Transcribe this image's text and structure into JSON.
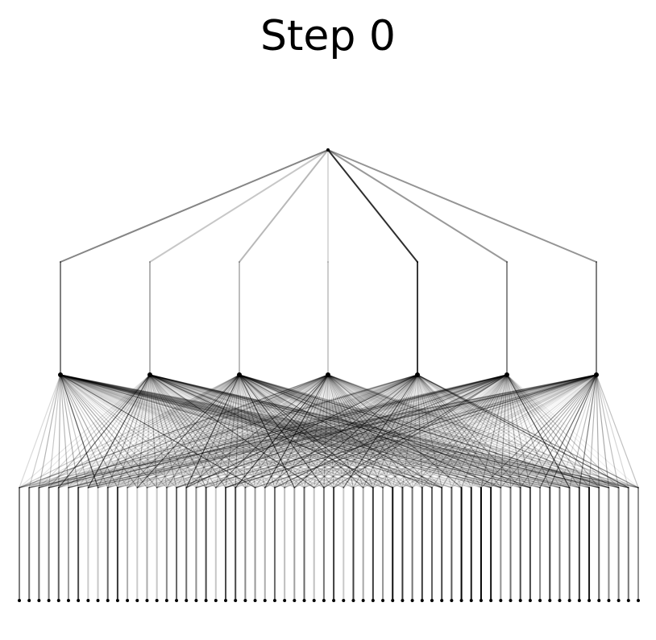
{
  "figure": {
    "title": "Step 0"
  },
  "diagram": {
    "type": "layered-tree-network",
    "levels": 5,
    "nodes_per_level": [
      1,
      7,
      7,
      64,
      64
    ],
    "edge_color": "#000000",
    "level_1_edge_opacity": [
      0.48,
      0.22,
      0.28,
      0.14,
      0.82,
      0.4,
      0.42
    ],
    "level_2_edge_opacity": [
      0.5,
      0.3,
      0.26,
      0.2,
      0.78,
      0.45,
      0.5
    ]
  }
}
